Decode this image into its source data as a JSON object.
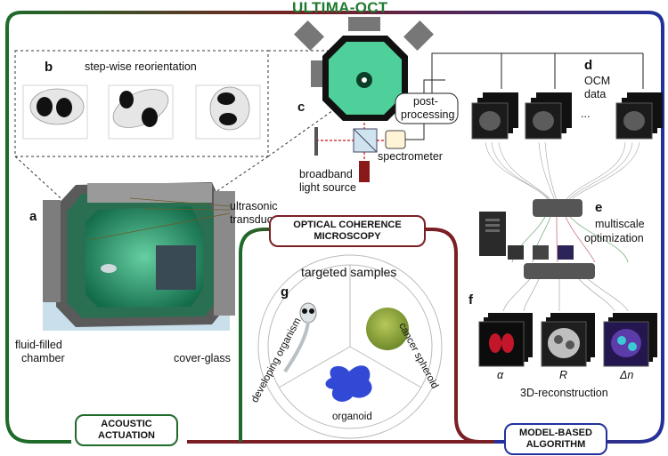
{
  "title": "ULTIMA-OCT",
  "panels": {
    "a": "a",
    "b": "b",
    "c": "c",
    "d": "d",
    "e": "e",
    "f": "f",
    "g": "g"
  },
  "labels": {
    "stepwise": "step-wise reorientation",
    "ultrasonic_1": "ultrasonic",
    "ultrasonic_2": "transducers",
    "fluid_1": "fluid-filled",
    "fluid_2": "chamber",
    "coverglass": "cover-glass",
    "post_1": "post-",
    "post_2": "processing",
    "spectrometer": "spectrometer",
    "broadband_1": "broadband",
    "broadband_2": "light source",
    "ocm_1": "OCM",
    "ocm_2": "data",
    "ellipsis": "...",
    "multiscale_1": "multiscale",
    "multiscale_2": "optimization",
    "alpha": "α",
    "r": "R",
    "dn": "Δn",
    "recon": "3D-reconstruction",
    "targeted": "targeted samples",
    "developing": "developing organism",
    "cancer": "cancer spheroid",
    "organoid": "organoid"
  },
  "boxes": {
    "oct_1": "OPTICAL COHERENCE",
    "oct_2": "MICROSCOPY",
    "acoustic_1": "ACOUSTIC",
    "acoustic_2": "ACTUATION",
    "model_1": "MODEL-BASED",
    "model_2": "ALGORITHM"
  },
  "colors": {
    "green": "#1e6b2a",
    "red": "#7a1f24",
    "blue": "#23329a"
  }
}
